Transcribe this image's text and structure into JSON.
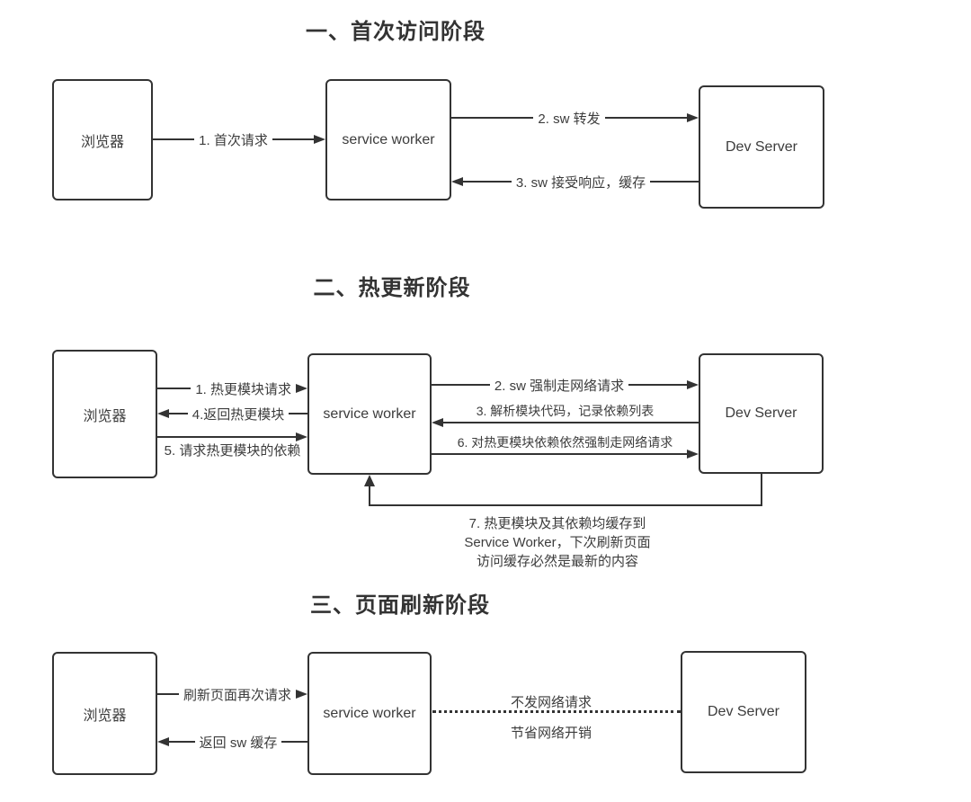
{
  "page": {
    "background": "#ffffff",
    "line_color": "#333333",
    "text_color": "#3c3c3c"
  },
  "sections": [
    {
      "title": "一、首次访问阶段",
      "boxes": {
        "browser": "浏览器",
        "service_worker": "service worker",
        "dev_server": "Dev Server"
      },
      "arrows": {
        "first_request": "1. 首次请求",
        "sw_forward": "2. sw 转发",
        "sw_receive_cache": "3. sw 接受响应，缓存"
      }
    },
    {
      "title": "二、热更新阶段",
      "boxes": {
        "browser": "浏览器",
        "service_worker": "service worker",
        "dev_server": "Dev Server"
      },
      "arrows": {
        "hot_module_request": "1. 热更模块请求",
        "return_hot_module": "4.返回热更模块",
        "request_module_deps": "5. 请求热更模块的依赖",
        "force_network_request": "2. sw 强制走网络请求",
        "parse_module_record_deps": "3. 解析模块代码，记录依赖列表",
        "deps_force_network": "6. 对热更模块依赖依然强制走网络请求"
      },
      "note": {
        "line1": "7. 热更模块及其依赖均缓存到",
        "line2": "Service Worker，下次刷新页面",
        "line3": "访问缓存必然是最新的内容"
      }
    },
    {
      "title": "三、页面刷新阶段",
      "boxes": {
        "browser": "浏览器",
        "service_worker": "service worker",
        "dev_server": "Dev Server"
      },
      "arrows": {
        "refresh_request": "刷新页面再次请求",
        "return_sw_cache": "返回 sw 缓存",
        "no_network_request": "不发网络请求",
        "save_network_cost": "节省网络开销"
      }
    }
  ]
}
